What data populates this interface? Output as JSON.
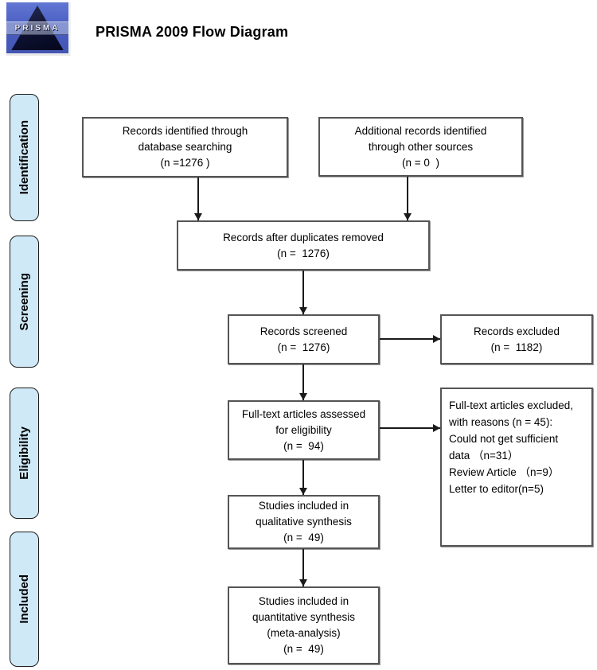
{
  "header": {
    "title": "PRISMA 2009 Flow Diagram",
    "logo_text": "PRISMA"
  },
  "stages": [
    {
      "label": "Identification"
    },
    {
      "label": "Screening"
    },
    {
      "label": "Eligibility"
    },
    {
      "label": "Included"
    }
  ],
  "boxes": {
    "identified_database": {
      "line1": "Records identified through",
      "line2": "database searching",
      "line3": "(n =1276 )"
    },
    "identified_other": {
      "line1": "Additional records identified",
      "line2": "through other sources",
      "line3": "(n = 0  )"
    },
    "after_duplicates": {
      "line1": "Records after duplicates removed",
      "line2": "(n =  1276)"
    },
    "screened": {
      "line1": "Records screened",
      "line2": "(n =  1276)"
    },
    "records_excluded": {
      "line1": "Records excluded",
      "line2": "(n =  1182)"
    },
    "fulltext_assessed": {
      "line1": "Full-text articles assessed",
      "line2": "for eligibility",
      "line3": "(n =  94)"
    },
    "fulltext_excluded": {
      "line1": "Full-text articles excluded,",
      "line2": "with reasons (n = 45):",
      "line3": "Could not get sufficient",
      "line4": "data （n=31）",
      "line5": "Review Article （n=9）",
      "line6": "Letter to editor(n=5)"
    },
    "qualitative": {
      "line1": "Studies included in",
      "line2": "qualitative synthesis",
      "line3": "(n =  49)"
    },
    "quantitative": {
      "line1": "Studies included in",
      "line2": "quantitative synthesis",
      "line3": "(meta-analysis)",
      "line4": "(n =  49)"
    }
  },
  "colors": {
    "stage_fill": "#cfe9f7",
    "box_border": "#555555",
    "arrow": "#1a1a1a",
    "logo_blue": "#4a5ec2",
    "logo_pyramid": "#0d1130"
  }
}
